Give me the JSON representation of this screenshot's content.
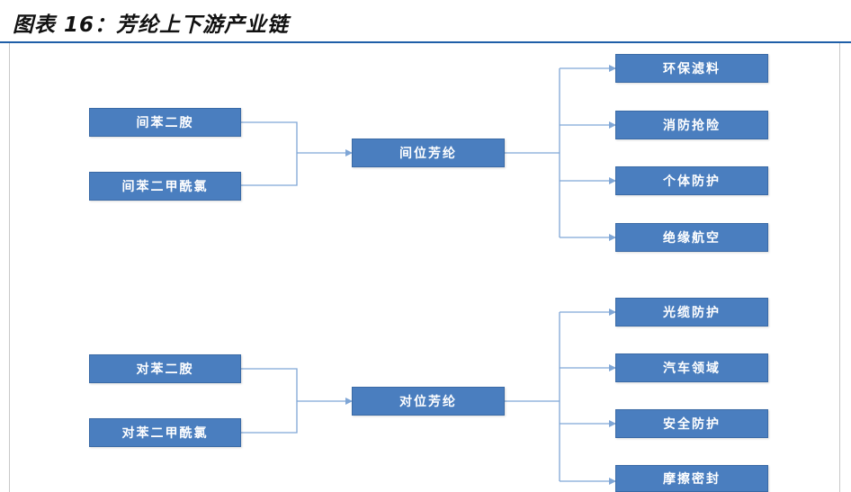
{
  "title": "图表 16：芳纶上下游产业链",
  "colors": {
    "box_fill": "#4a7ebf",
    "connector": "#7fa6d6",
    "title_rule": "#1f5fa8"
  },
  "groups": [
    {
      "inputs": [
        "间苯二胺",
        "间苯二甲酰氯"
      ],
      "product": "间位芳纶",
      "applications": [
        "环保滤料",
        "消防抢险",
        "个体防护",
        "绝缘航空"
      ]
    },
    {
      "inputs": [
        "对苯二胺",
        "对苯二甲酰氯"
      ],
      "product": "对位芳纶",
      "applications": [
        "光缆防护",
        "汽车领域",
        "安全防护",
        "摩擦密封"
      ]
    }
  ]
}
